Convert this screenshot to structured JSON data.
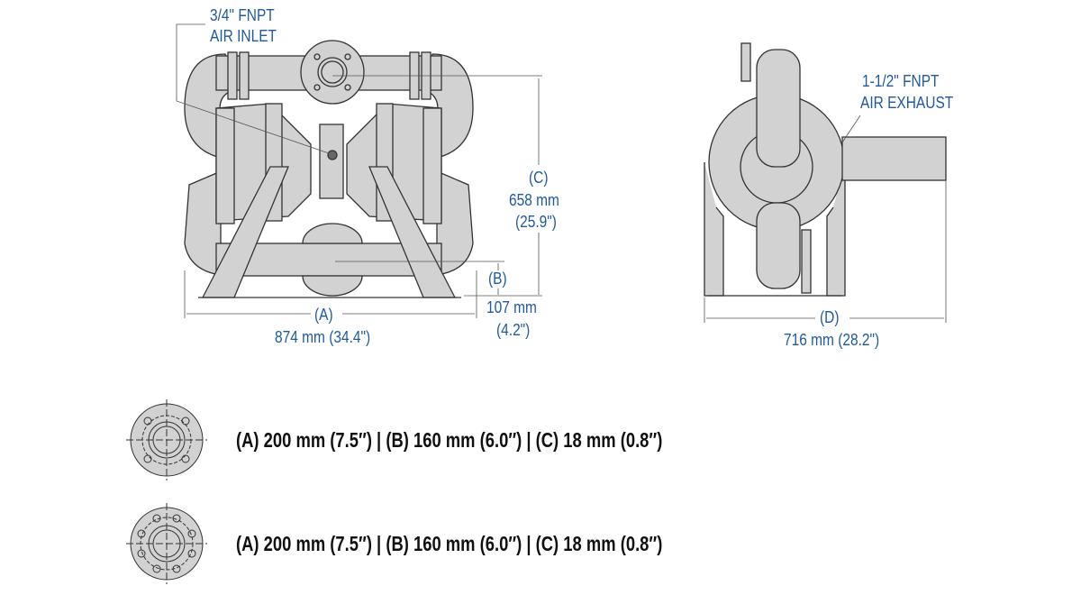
{
  "front_view": {
    "air_inlet": {
      "line1": "3/4\" FNPT",
      "line2": "AIR INLET"
    },
    "dim_a": {
      "label": "(A)",
      "value": "874 mm (34.4\")"
    },
    "dim_b": {
      "label": "(B)",
      "value": "107 mm",
      "value_in": "(4.2\")"
    },
    "dim_c": {
      "label": "(C)",
      "value": "658 mm",
      "value_in": "(25.9\")"
    }
  },
  "side_view": {
    "air_exhaust": {
      "line1": "1-1/2\" FNPT",
      "line2": "AIR EXHAUST"
    },
    "dim_d": {
      "label": "(D)",
      "value": "716 mm (28.2\")"
    }
  },
  "flanges": [
    {
      "spec": "(A) 200 mm (7.5″) | (B) 160 mm (6.0″) | (C) 18 mm (0.8″)",
      "bolt_holes": 4
    },
    {
      "spec": "(A) 200 mm (7.5″) | (B) 160 mm (6.0″) | (C) 18 mm (0.8″)",
      "bolt_holes": 8
    }
  ],
  "colors": {
    "label_blue": "#1f5aa0",
    "body_gray": "#d2d2d2",
    "outline": "#333333"
  }
}
